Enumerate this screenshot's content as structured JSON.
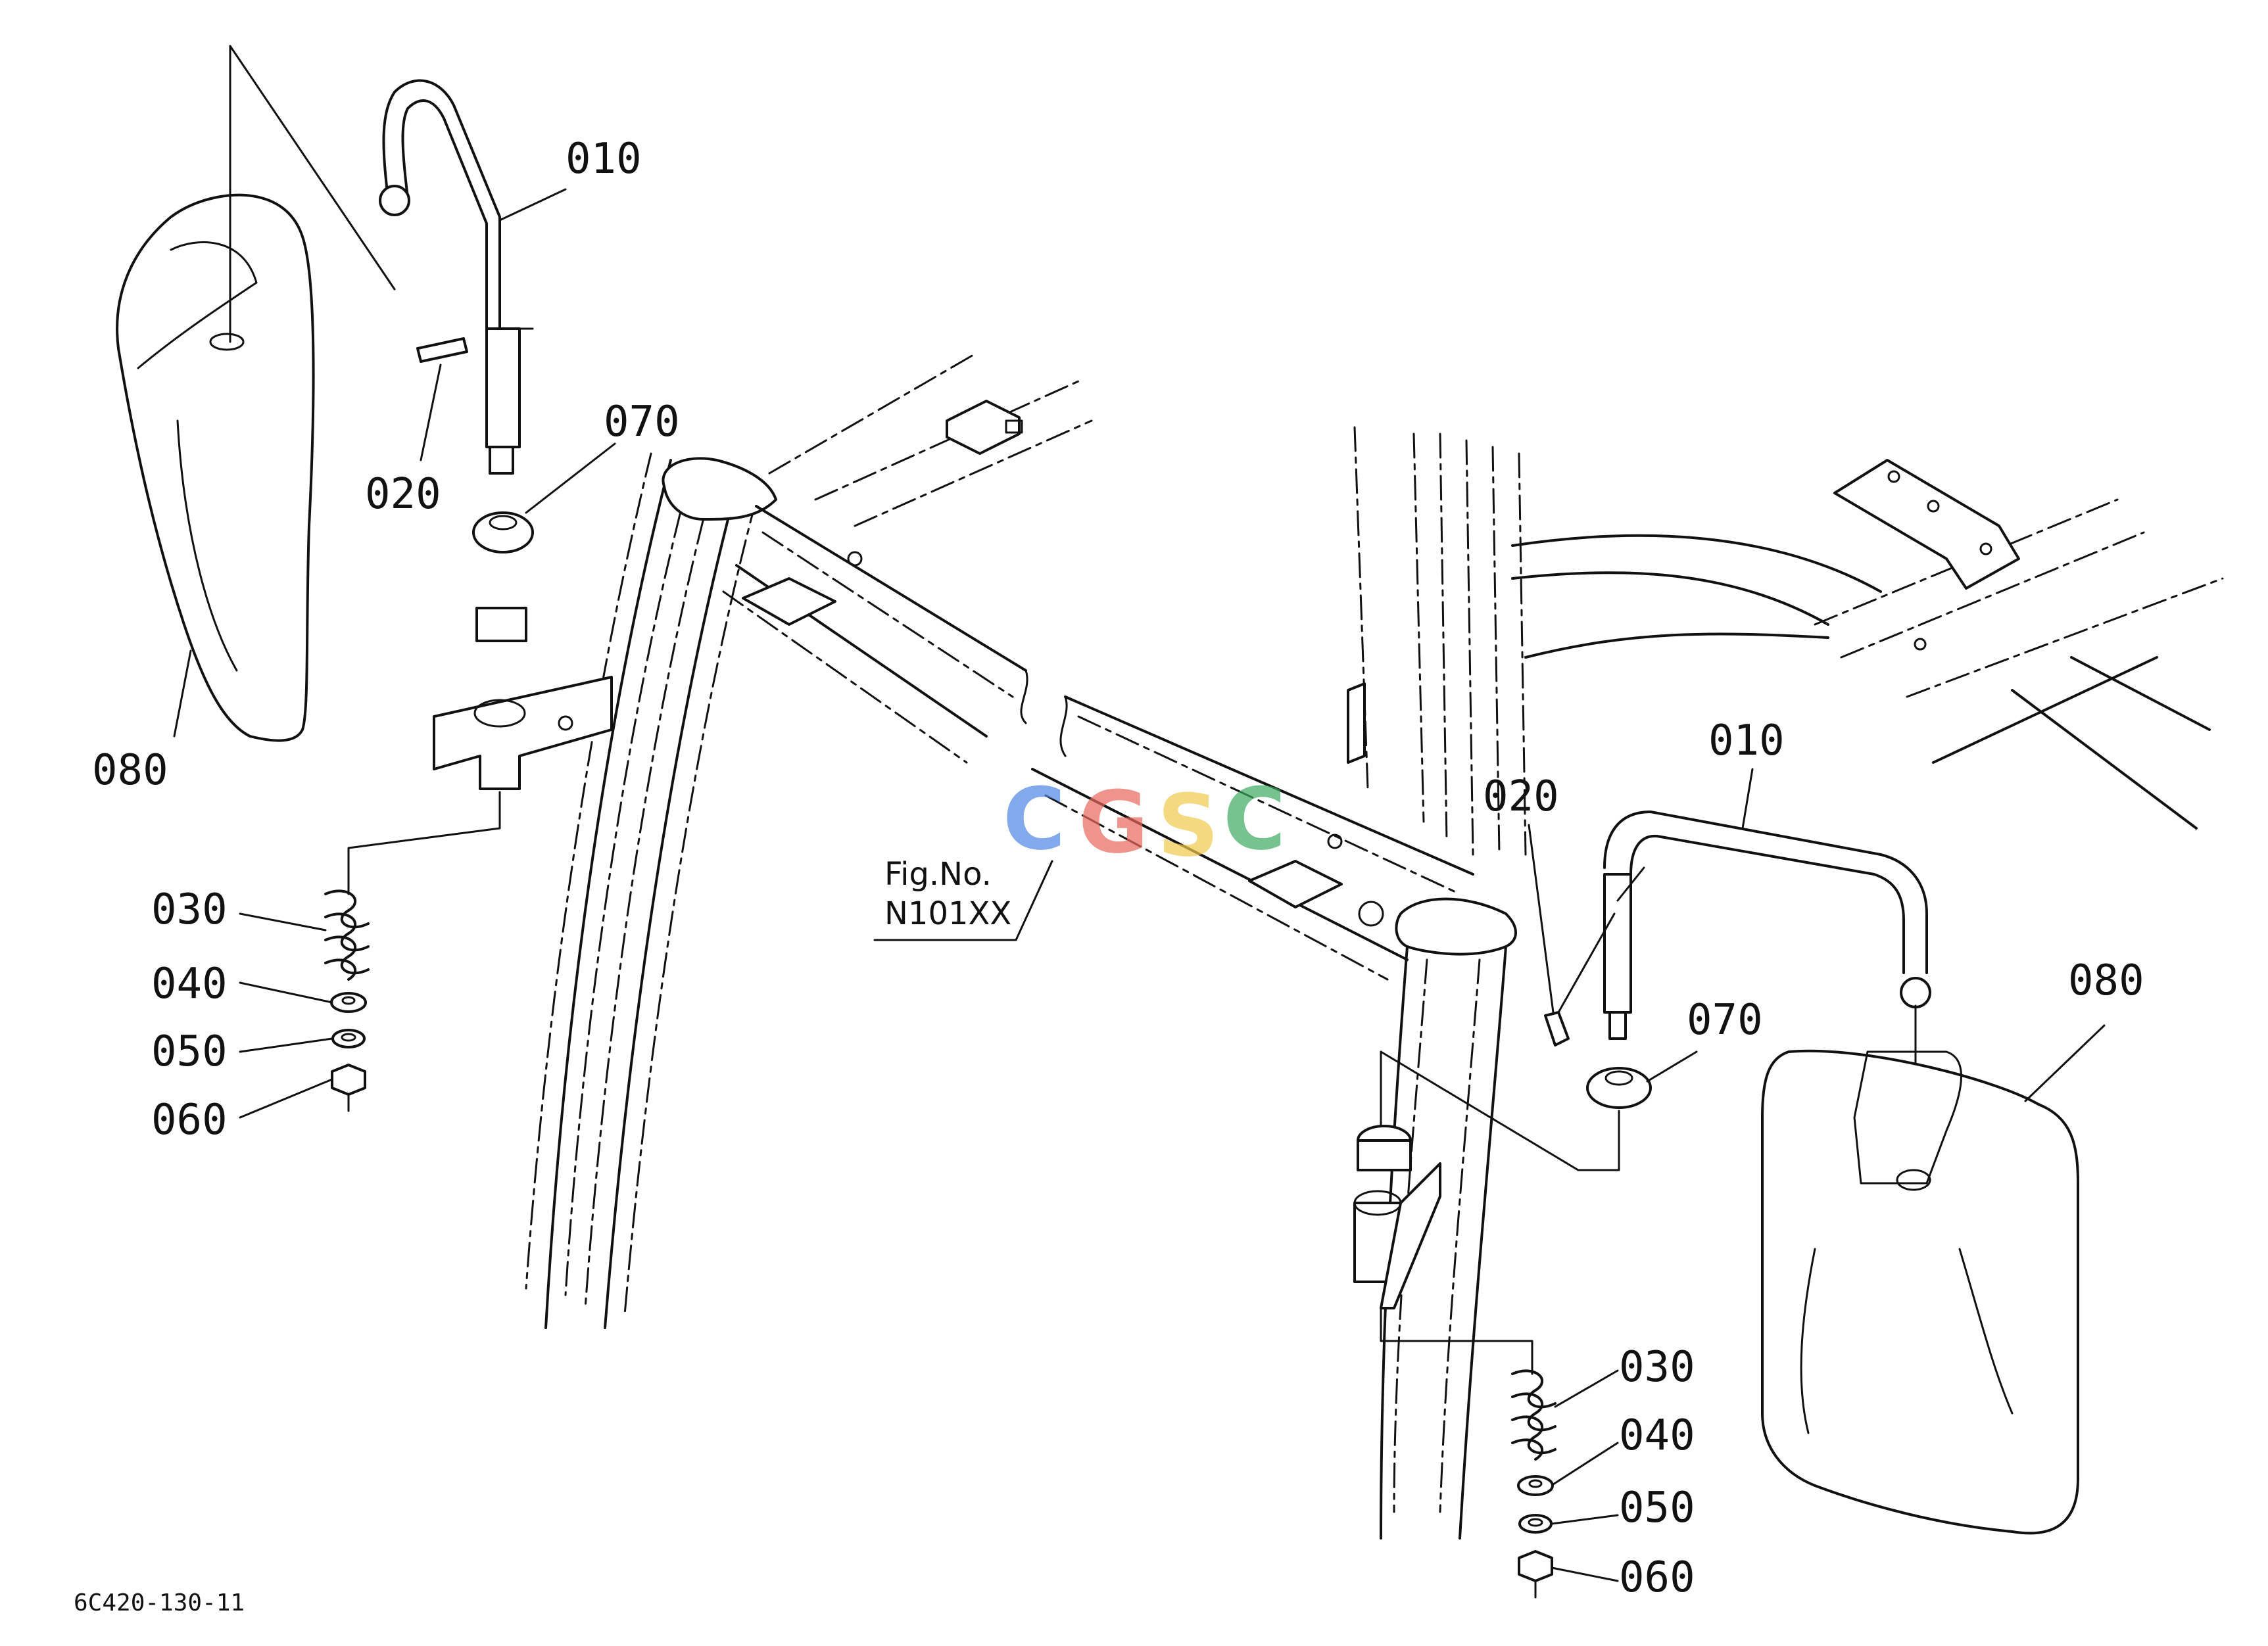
{
  "callouts": {
    "left_010": "010",
    "left_020": "020",
    "left_070": "070",
    "left_080": "080",
    "left_030": "030",
    "left_040": "040",
    "left_050": "050",
    "left_060": "060",
    "right_010": "010",
    "right_020": "020",
    "right_070": "070",
    "right_080": "080",
    "right_030": "030",
    "right_040": "040",
    "right_050": "050",
    "right_060": "060"
  },
  "figure_reference": {
    "line1": "Fig.No.",
    "line2": "N101XX"
  },
  "drawing_code": "6C420-130-11",
  "watermark": {
    "letters": [
      "C",
      "G",
      "S",
      "C"
    ],
    "colors": [
      "#4f86e6",
      "#e8685c",
      "#f2c94c",
      "#3eaa62"
    ]
  }
}
